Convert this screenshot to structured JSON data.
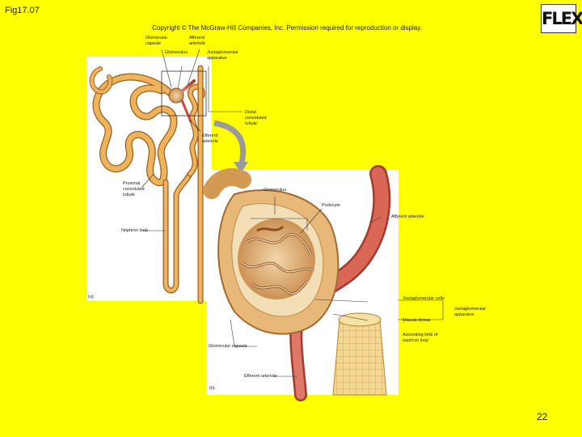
{
  "slide": {
    "label": "Fig17.07",
    "copyright": "Copyright © The McGraw-Hill Companies, Inc. Permission required for reproduction or display.",
    "logo_text": "FLEX",
    "page_number": "22"
  },
  "labels": {
    "glomerular_capsule_top": "Glomerular capsule",
    "afferent_arteriole_top": "Afferent arteriole",
    "glomerulus_top": "Glomerulus",
    "juxtaglomerular_apparatus_top": "Juxtaglomerular apparatus",
    "distal_convoluted_tubule": "Distal convoluted tubule",
    "efferent_arteriole_mid": "Efferent arteriole",
    "proximal_convoluted_tubule": "Proximal convoluted tubule",
    "glomerulus_b": "Glomerulus",
    "podocyte": "Podocyte",
    "afferent_arteriole_b": "Afferent arteriole",
    "nephron_loop": "Nephron loop",
    "panel_a": "(a)",
    "juxtaglomerular_cells": "Juxtaglomerular cells",
    "juxtaglomerular_apparatus_b": "Juxtaglomerular apparatus",
    "macula_densa": "Macula densa",
    "ascending_limb": "Ascending limb of nephron loop",
    "glomerular_capsule_b": "Glomerular capsule",
    "efferent_arteriole_b": "Efferent arteriole",
    "panel_b": "(b)"
  },
  "colors": {
    "background": "#FFFF00",
    "tubule": "#E8A848",
    "tubule_dark": "#B8742A",
    "arteriole_red": "#C84A3C",
    "capsule_tan": "#E2B070"
  }
}
